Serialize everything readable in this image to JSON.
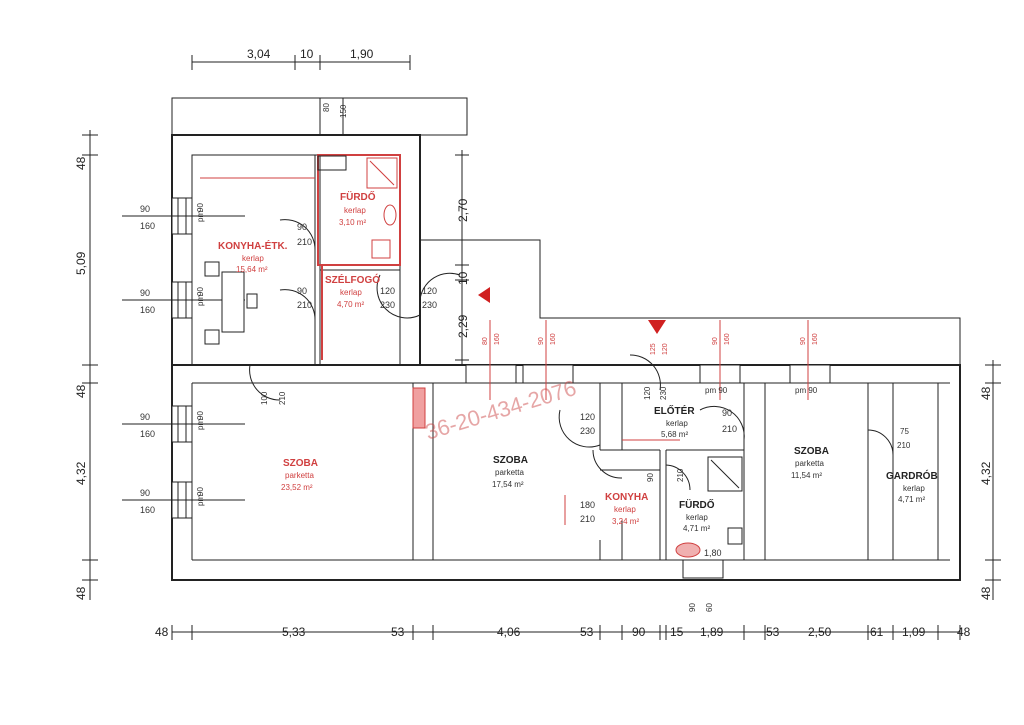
{
  "dimensions": {
    "top": [
      "3,04",
      "10",
      "1,90"
    ],
    "left": [
      "48",
      "5,09",
      "48",
      "4,32",
      "48"
    ],
    "right": [
      "48",
      "4,32",
      "48"
    ],
    "bottom": [
      "48",
      "5,33",
      "53",
      "4,06",
      "53",
      "90",
      "15",
      "1,89",
      "53",
      "2,50",
      "61",
      "1,09",
      "48"
    ],
    "inner_vertical": [
      "2,70",
      "10",
      "2,29"
    ],
    "openings_vertical_top": [
      "80",
      "150"
    ],
    "openings_vertical_bottom": [
      "90",
      "60"
    ]
  },
  "windows": [
    {
      "w": "90",
      "h": "160"
    },
    {
      "w": "90",
      "h": "160"
    },
    {
      "w": "90",
      "h": "160"
    },
    {
      "w": "90",
      "h": "160"
    }
  ],
  "door_labels": {
    "d1": [
      "90",
      "210"
    ],
    "d2": [
      "90",
      "210"
    ],
    "d3": [
      "120",
      "230"
    ],
    "d4": [
      "120",
      "230"
    ],
    "d5": [
      "100",
      "210"
    ],
    "d6": [
      "120",
      "230"
    ],
    "d7": [
      "90",
      "210"
    ],
    "d8": [
      "90",
      "210"
    ],
    "d9": [
      "75",
      "210"
    ],
    "d10": [
      "180",
      "210"
    ]
  },
  "top_openings": [
    "80",
    "160",
    "90",
    "160",
    "125",
    "120",
    "90",
    "160",
    "90",
    "160"
  ],
  "rooms": {
    "furdo1": {
      "name": "FÜRDŐ",
      "floor": "kerlap",
      "area": "3,10 m²"
    },
    "konyha_etk": {
      "name": "KONYHA-ÉTK.",
      "floor": "kerlap",
      "area": "15,64 m²"
    },
    "szelfogo": {
      "name": "SZÉLFOGÓ",
      "floor": "kerlap",
      "area": "4,70 m²"
    },
    "szoba1": {
      "name": "SZOBA",
      "floor": "parketta",
      "area": "23,52 m²"
    },
    "szoba2": {
      "name": "SZOBA",
      "floor": "parketta",
      "area": "17,54 m²"
    },
    "konyha": {
      "name": "KONYHA",
      "floor": "kerlap",
      "area": "3,24 m²"
    },
    "eloter": {
      "name": "ELŐTÉR",
      "floor": "kerlap",
      "area": "5,68 m²"
    },
    "furdo2": {
      "name": "FÜRDŐ",
      "floor": "kerlap",
      "area": "4,71 m²"
    },
    "szoba3": {
      "name": "SZOBA",
      "floor": "parketta",
      "area": "11,54 m²"
    },
    "gardrob": {
      "name": "GARDRÓB",
      "floor": "kerlap",
      "area": "4,71 m²"
    }
  },
  "misc": {
    "phone": "36-20-434-2076",
    "pm": "pm",
    "pm90": "pm 90",
    "furdo_width": "1,80"
  }
}
